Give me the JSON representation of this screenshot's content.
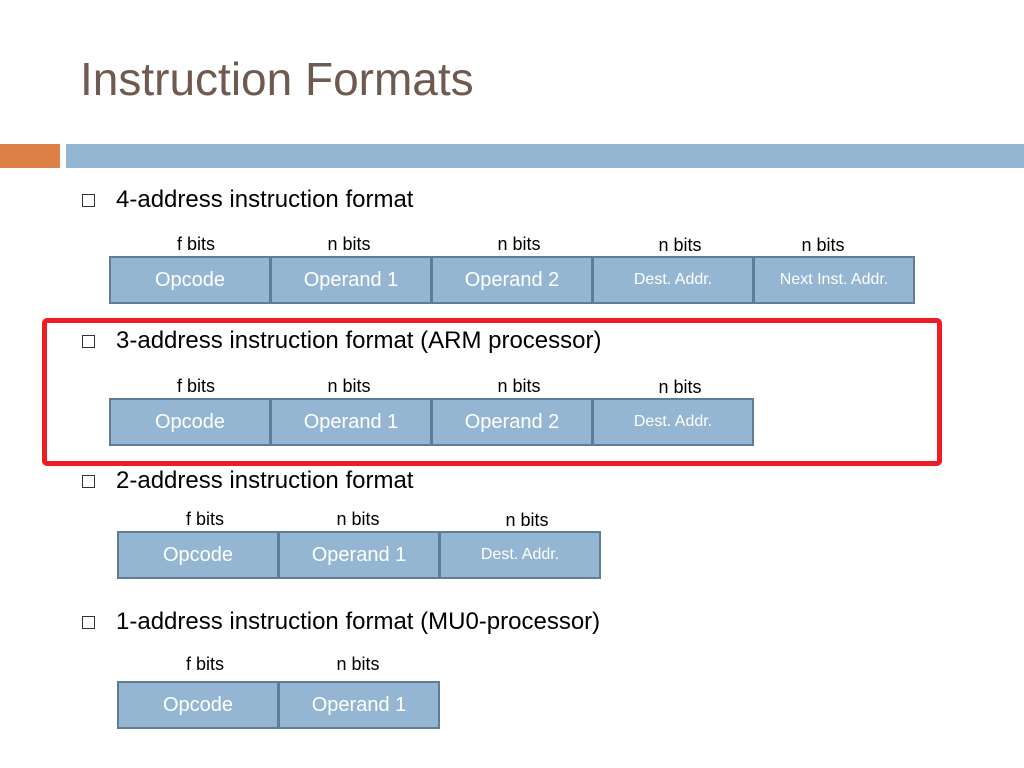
{
  "title": "Instruction Formats",
  "colors": {
    "title": "#6e5a4f",
    "accent_bar": "#dd8047",
    "main_bar": "#94b6d2",
    "field_fill": "#94b6d2",
    "field_border": "#5f7d97",
    "highlight": "#ee1c24"
  },
  "icons": {
    "bullet": "hollow-square-bullet-icon"
  },
  "sections": [
    {
      "heading": "4-address instruction format",
      "bits": [
        "f bits",
        "n bits",
        "n bits",
        "n bits",
        "n bits"
      ],
      "fields": [
        "Opcode",
        "Operand 1",
        "Operand 2",
        "Dest. Addr.",
        "Next Inst. Addr."
      ]
    },
    {
      "heading": "3-address instruction format (ARM processor)",
      "highlighted": true,
      "bits": [
        "f bits",
        "n bits",
        "n bits",
        "n bits"
      ],
      "fields": [
        "Opcode",
        "Operand 1",
        "Operand 2",
        "Dest. Addr."
      ]
    },
    {
      "heading": "2-address instruction format",
      "bits": [
        "f bits",
        "n bits",
        "n bits"
      ],
      "fields": [
        "Opcode",
        "Operand 1",
        "Dest. Addr."
      ]
    },
    {
      "heading": "1-address instruction format (MU0-processor)",
      "bits": [
        "f bits",
        "n bits"
      ],
      "fields": [
        "Opcode",
        "Operand 1"
      ]
    }
  ]
}
